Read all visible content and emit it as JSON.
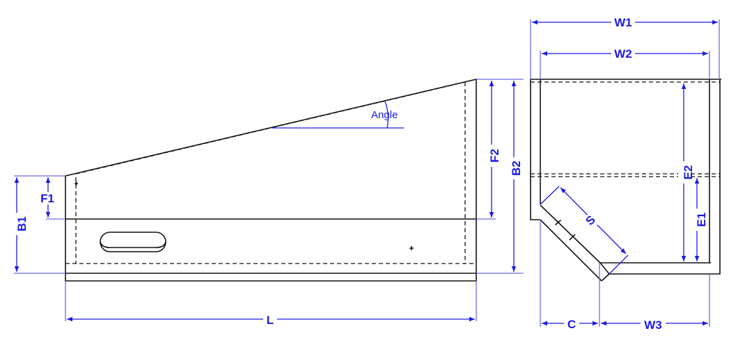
{
  "labels": {
    "L": "L",
    "B1": "B1",
    "F1": "F1",
    "F2": "F2",
    "B2": "B2",
    "angle": "Angle",
    "W1": "W1",
    "W2": "W2",
    "E2": "E2",
    "E1": "E1",
    "S": "S",
    "C": "C",
    "W3": "W3"
  },
  "colors": {
    "dimension": "#1a1ae6",
    "outline": "#111111"
  }
}
